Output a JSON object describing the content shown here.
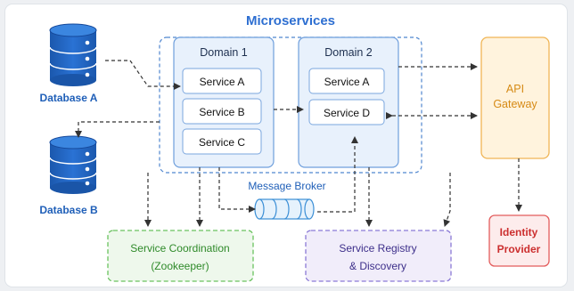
{
  "title": "Microservices",
  "databases": [
    {
      "label": "Database A"
    },
    {
      "label": "Database B"
    }
  ],
  "domains": [
    {
      "title": "Domain 1",
      "services": [
        "Service A",
        "Service B",
        "Service C"
      ]
    },
    {
      "title": "Domain 2",
      "services": [
        "Service A",
        "Service D"
      ]
    }
  ],
  "gateway": {
    "line1": "API",
    "line2": "Gateway"
  },
  "message_broker": {
    "label": "Message Broker"
  },
  "coordination": {
    "line1": "Service Coordination",
    "line2": "(Zookeeper)"
  },
  "registry": {
    "line1": "Service Registry",
    "line2": "& Discovery"
  },
  "identity": {
    "line1": "Identity",
    "line2": "Provider"
  },
  "colors": {
    "title": "#2e6fd1",
    "database": "#1f5fb8",
    "domain_fill": "#e8f1fc",
    "domain_border": "#6f9fdc",
    "gateway_fill": "#fff3dd",
    "gateway_border": "#f0b555",
    "gateway_text": "#d68a15",
    "coord_fill": "#eef8ec",
    "coord_border": "#6ac25f",
    "coord_text": "#2f8a2a",
    "registry_fill": "#f1edfa",
    "registry_border": "#8b7ad6",
    "registry_text": "#3d2f8a",
    "identity_fill": "#fdecec",
    "identity_border": "#e35c5c",
    "identity_text": "#cc2f2f",
    "broker": "#3b8fd6",
    "arrow": "#333333"
  }
}
